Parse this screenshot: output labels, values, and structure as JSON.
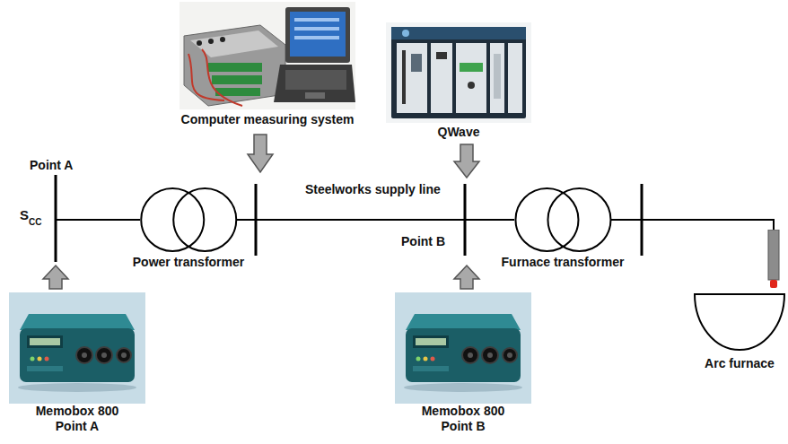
{
  "diagram": {
    "nodes": [
      {
        "text": [
          "Computer measuring system"
        ]
      },
      {
        "text": [
          "QWave"
        ]
      },
      {
        "text": [
          "Power transformer"
        ]
      },
      {
        "text": [
          "Furnace transformer"
        ]
      },
      {
        "text": [
          "Arc furnace"
        ]
      },
      {
        "text": [
          "Memobox 800 Point A"
        ]
      },
      {
        "text": [
          "Memobox 800 Point B"
        ]
      }
    ],
    "edges": [
      {
        "from": 2,
        "to": 3,
        "arrow": "none",
        "label": "Steelworks supply line"
      },
      {
        "from": 3,
        "to": 4,
        "arrow": "none"
      }
    ],
    "labels": [
      "Point A",
      "S",
      "CC",
      "Point B"
    ]
  }
}
